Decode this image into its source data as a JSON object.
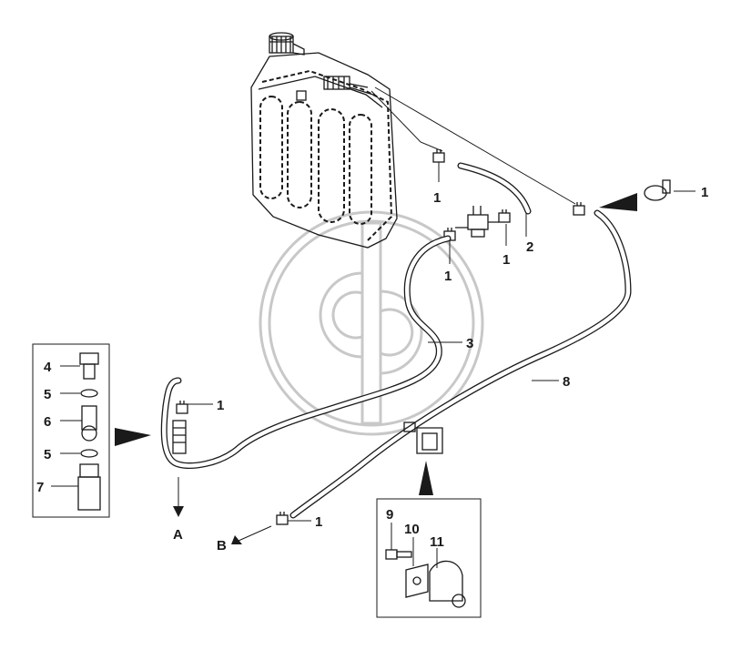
{
  "callouts": {
    "c1a": "1",
    "c1b": "1",
    "c1c": "1",
    "c1d": "1",
    "c1e": "1",
    "c1f": "1",
    "c2": "2",
    "c3": "3",
    "c4": "4",
    "c5a": "5",
    "c5b": "5",
    "c6": "6",
    "c7": "7",
    "c8": "8",
    "c9": "9",
    "c10": "10",
    "c11": "11"
  },
  "arrows": {
    "a": "A",
    "b": "B"
  },
  "colors": {
    "ink": "#1a1a1a",
    "watermark": "#c8c8c8",
    "background": "#ffffff"
  }
}
